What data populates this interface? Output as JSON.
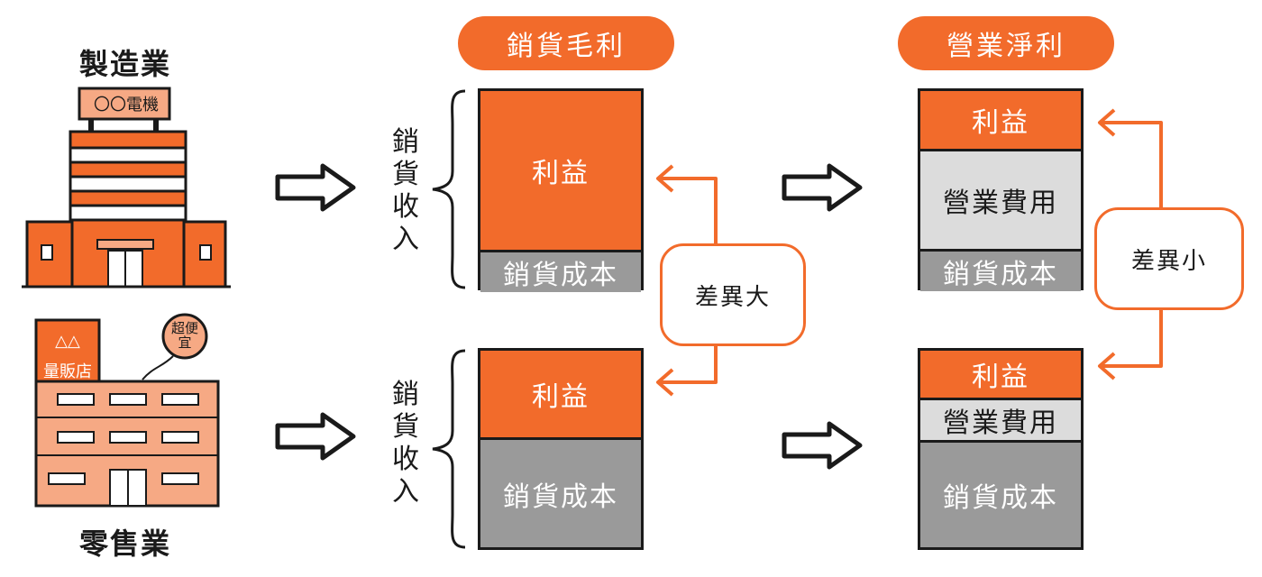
{
  "industries": {
    "manufacturing": {
      "label": "製造業",
      "building_sign": "〇〇電機"
    },
    "retail": {
      "label": "零售業",
      "building_sign_top": "△△",
      "building_sign_bottom": "量販店",
      "bubble": "超便宜"
    }
  },
  "headers": {
    "gross": "銷貨毛利",
    "operating": "營業淨利"
  },
  "revenue_label": "銷貨收入",
  "bars": {
    "gross_top": {
      "profit": "利益",
      "cost": "銷貨成本"
    },
    "gross_bottom": {
      "profit": "利益",
      "cost": "銷貨成本"
    },
    "op_top": {
      "profit": "利益",
      "expense": "營業費用",
      "cost": "銷貨成本"
    },
    "op_bottom": {
      "profit": "利益",
      "expense": "營業費用",
      "cost": "銷貨成本"
    }
  },
  "comparisons": {
    "gross": "差異大",
    "operating": "差異小"
  },
  "colors": {
    "accent": "#f26b2b",
    "cost_gray": "#9a9a9a",
    "expense_gray": "#dcdcdc",
    "outline": "#1a1a1a"
  }
}
